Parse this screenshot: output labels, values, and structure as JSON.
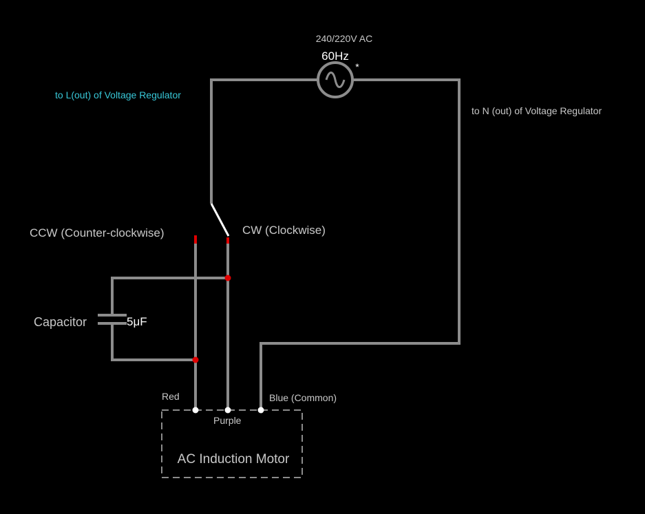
{
  "source": {
    "voltage_label": "240/220V AC",
    "frequency_label": "60Hz",
    "marker": "*"
  },
  "terminals": {
    "line_label": "to L(out) of Voltage Regulator",
    "neutral_label": "to N (out) of Voltage Regulator"
  },
  "switch": {
    "ccw_label": "CCW (Counter-clockwise)",
    "cw_label": "CW (Clockwise)"
  },
  "capacitor": {
    "name_label": "Capacitor",
    "value_label": "5μF"
  },
  "motor": {
    "name_label": "AC Induction Motor",
    "wires": {
      "red": "Red",
      "purple": "Purple",
      "blue": "Blue (Common)"
    }
  },
  "colors": {
    "background": "#000000",
    "wire": "#8c8c8c",
    "junction": "#e00000",
    "line_label": "#38c8d8",
    "switch_blade": "#ffffff",
    "motor_terminal": "#ffffff",
    "text": "#c8c8c8"
  }
}
